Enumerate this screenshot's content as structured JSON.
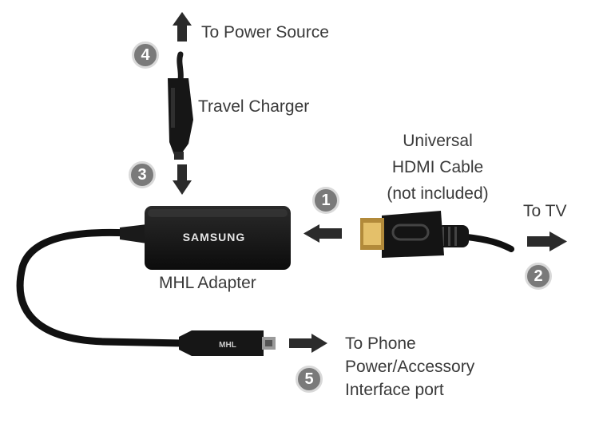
{
  "labels": {
    "power_source": "To Power Source",
    "travel_charger": "Travel Charger",
    "hdmi_cable_line1": "Universal",
    "hdmi_cable_line2": "HDMI Cable",
    "hdmi_cable_line3": "(not included)",
    "to_tv": "To TV",
    "mhl_adapter": "MHL Adapter",
    "to_phone_line1": "To Phone",
    "to_phone_line2": "Power/Accessory",
    "to_phone_line3": "Interface port"
  },
  "steps": {
    "hdmi_input": "1",
    "tv_output": "2",
    "charger_input": "3",
    "power_source": "4",
    "phone_output": "5"
  },
  "brand_text": "SAMSUNG",
  "plug_brand_text": "MHL",
  "colors": {
    "cable": "#111111",
    "connector": "#1c1c1c",
    "arrow": "#2b2b2b",
    "badge": "#7a7a7a",
    "label": "#3a3a3a"
  }
}
